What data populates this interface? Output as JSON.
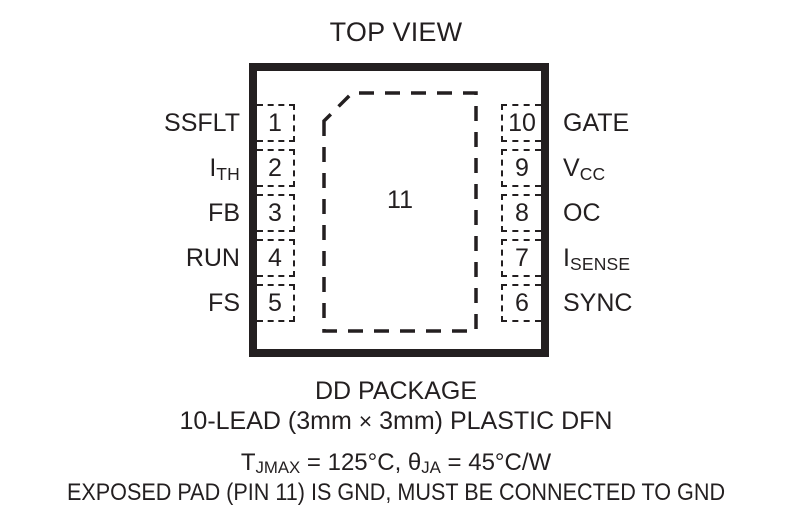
{
  "diagram": {
    "title": "TOP VIEW",
    "exposed_pad_number": "11",
    "pins_left": [
      {
        "number": "1",
        "label": "SSFLT",
        "sub": ""
      },
      {
        "number": "2",
        "label": "I",
        "sub": "TH"
      },
      {
        "number": "3",
        "label": "FB",
        "sub": ""
      },
      {
        "number": "4",
        "label": "RUN",
        "sub": ""
      },
      {
        "number": "5",
        "label": "FS",
        "sub": ""
      }
    ],
    "pins_right": [
      {
        "number": "10",
        "label": "GATE",
        "sub": ""
      },
      {
        "number": "9",
        "label": "V",
        "sub": "CC"
      },
      {
        "number": "8",
        "label": "OC",
        "sub": ""
      },
      {
        "number": "7",
        "label": "I",
        "sub": "SENSE"
      },
      {
        "number": "6",
        "label": "SYNC",
        "sub": ""
      }
    ],
    "caption": {
      "line1": "DD PACKAGE",
      "line2_a": "10-LEAD (3mm ",
      "line2_cross": "×",
      "line2_b": " 3mm) PLASTIC DFN",
      "line3_t": "T",
      "line3_t_sub": "JMAX",
      "line3_mid": " = 125°C, ",
      "line3_theta": "θ",
      "line3_theta_sub": "JA",
      "line3_end": " = 45°C/W",
      "line4": "EXPOSED PAD (PIN 11) IS GND, MUST BE CONNECTED TO GND"
    },
    "colors": {
      "ink": "#231f20",
      "background": "#ffffff"
    }
  }
}
